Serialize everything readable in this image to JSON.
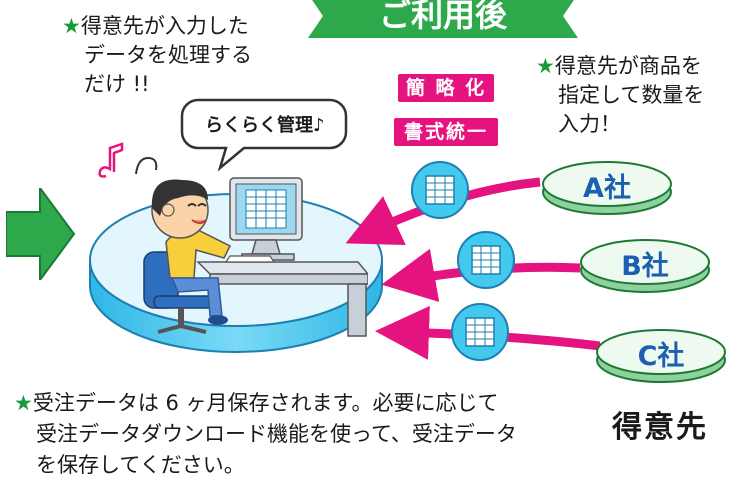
{
  "banner": {
    "title": "ご利用後"
  },
  "notes": {
    "left": {
      "star": "★",
      "lines": [
        "得意先が入力した",
        "データを処理する",
        "だけ !!"
      ]
    },
    "right": {
      "star": "★",
      "lines": [
        "得意先が商品を",
        "指定して数量を",
        "入力！"
      ]
    }
  },
  "speech_bubble": {
    "text": "らくらく管理♪"
  },
  "tags": {
    "simplify": "簡 略 化",
    "unify": "書式統一"
  },
  "companies": [
    {
      "label": "A社"
    },
    {
      "label": "B社"
    },
    {
      "label": "C社"
    }
  ],
  "bottom_note": {
    "star": "★",
    "lines": [
      "受注データは 6 ヶ月保存されます。必要に応じて",
      "受注データダウンロード機能を使って、受注データ",
      "を保存してください。"
    ]
  },
  "customers_label": "得意先",
  "colors": {
    "green": "#2da84a",
    "magenta": "#e5137f",
    "blue": "#1c5fb0",
    "cyan": "#43c8ee",
    "sky": "#d6f1fb"
  }
}
